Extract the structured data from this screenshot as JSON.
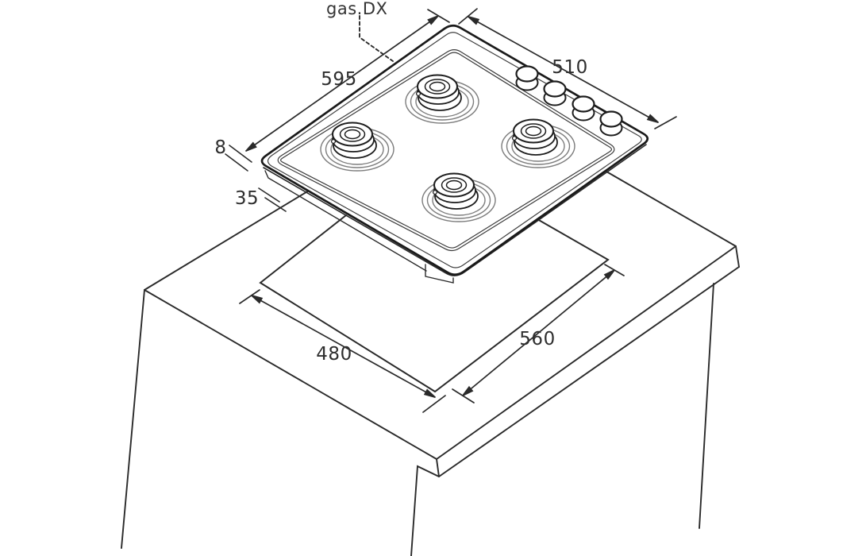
{
  "diagram": {
    "subject": "gas hob worktop installation drawing",
    "labels": {
      "gas_connection": "gas.DX",
      "hob_width": "595",
      "hob_depth": "510",
      "rim_height": "8",
      "under_counter_depth": "35",
      "cutout_width": "480",
      "cutout_depth": "560"
    },
    "counts": {
      "burners": 4,
      "control_knobs": 4
    },
    "colors": {
      "line": "#1d1d1d",
      "background": "#ffffff"
    }
  }
}
